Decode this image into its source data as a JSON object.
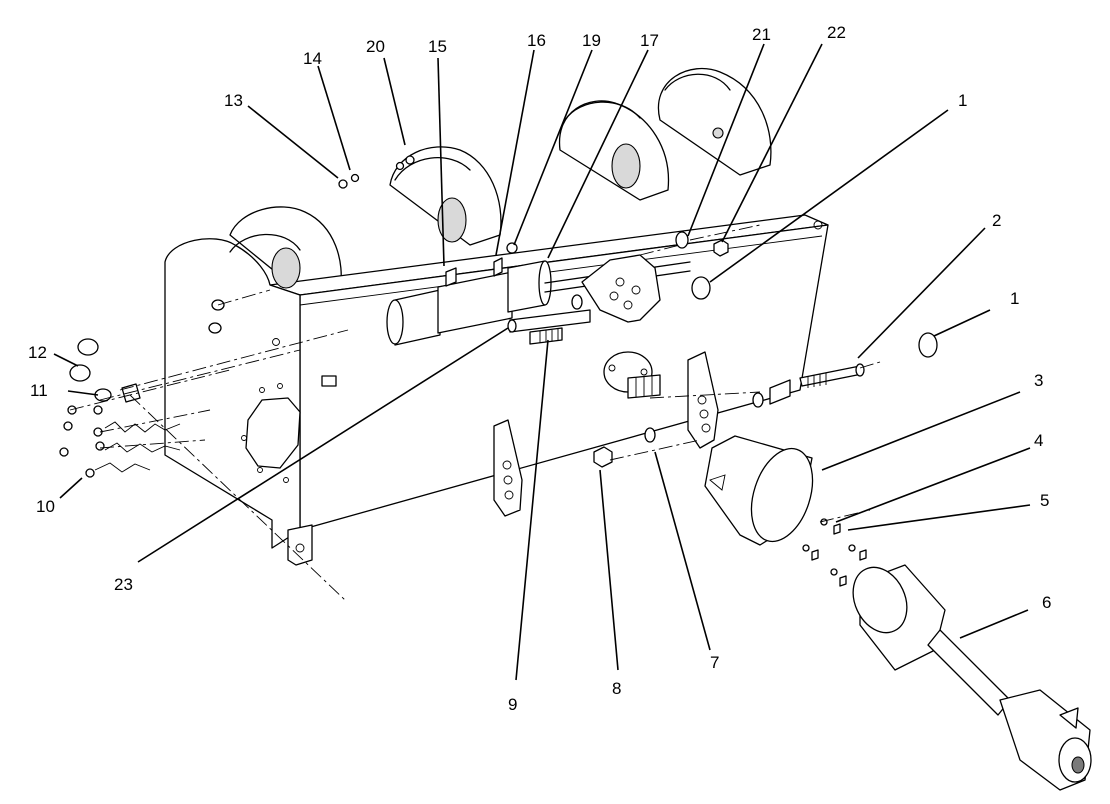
{
  "callouts": [
    {
      "id": "c1a",
      "text": "1"
    },
    {
      "id": "c1b",
      "text": "1"
    },
    {
      "id": "c2",
      "text": "2"
    },
    {
      "id": "c3",
      "text": "3"
    },
    {
      "id": "c4",
      "text": "4"
    },
    {
      "id": "c5",
      "text": "5"
    },
    {
      "id": "c6",
      "text": "6"
    },
    {
      "id": "c7",
      "text": "7"
    },
    {
      "id": "c8",
      "text": "8"
    },
    {
      "id": "c9",
      "text": "9"
    },
    {
      "id": "c10",
      "text": "10"
    },
    {
      "id": "c11",
      "text": "11"
    },
    {
      "id": "c12",
      "text": "12"
    },
    {
      "id": "c13",
      "text": "13"
    },
    {
      "id": "c14",
      "text": "14"
    },
    {
      "id": "c15",
      "text": "15"
    },
    {
      "id": "c16",
      "text": "16"
    },
    {
      "id": "c17",
      "text": "17"
    },
    {
      "id": "c19",
      "text": "19"
    },
    {
      "id": "c20",
      "text": "20"
    },
    {
      "id": "c21",
      "text": "21"
    },
    {
      "id": "c22",
      "text": "22"
    },
    {
      "id": "c23",
      "text": "23"
    }
  ],
  "colors": {
    "line": "#000000",
    "background": "#ffffff",
    "shade": "#d9d9d9"
  }
}
